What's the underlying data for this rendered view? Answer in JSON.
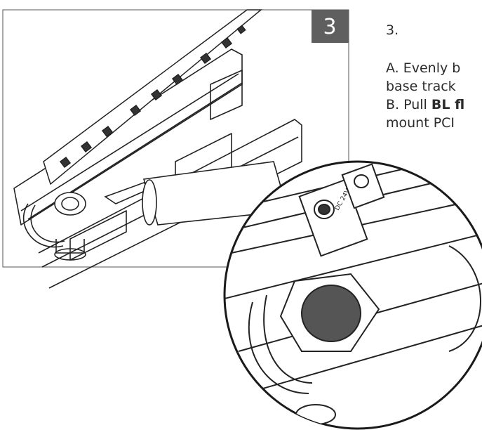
{
  "figure": {
    "step_badge": "3",
    "connector_label": "DC 24V"
  },
  "instructions": {
    "step_heading": "3.",
    "line_a1": "A. Evenly b",
    "line_a2": "base track",
    "line_b1_prefix": "B. Pull ",
    "line_b1_bold": "BL fl",
    "line_b2": "mount PCI"
  }
}
